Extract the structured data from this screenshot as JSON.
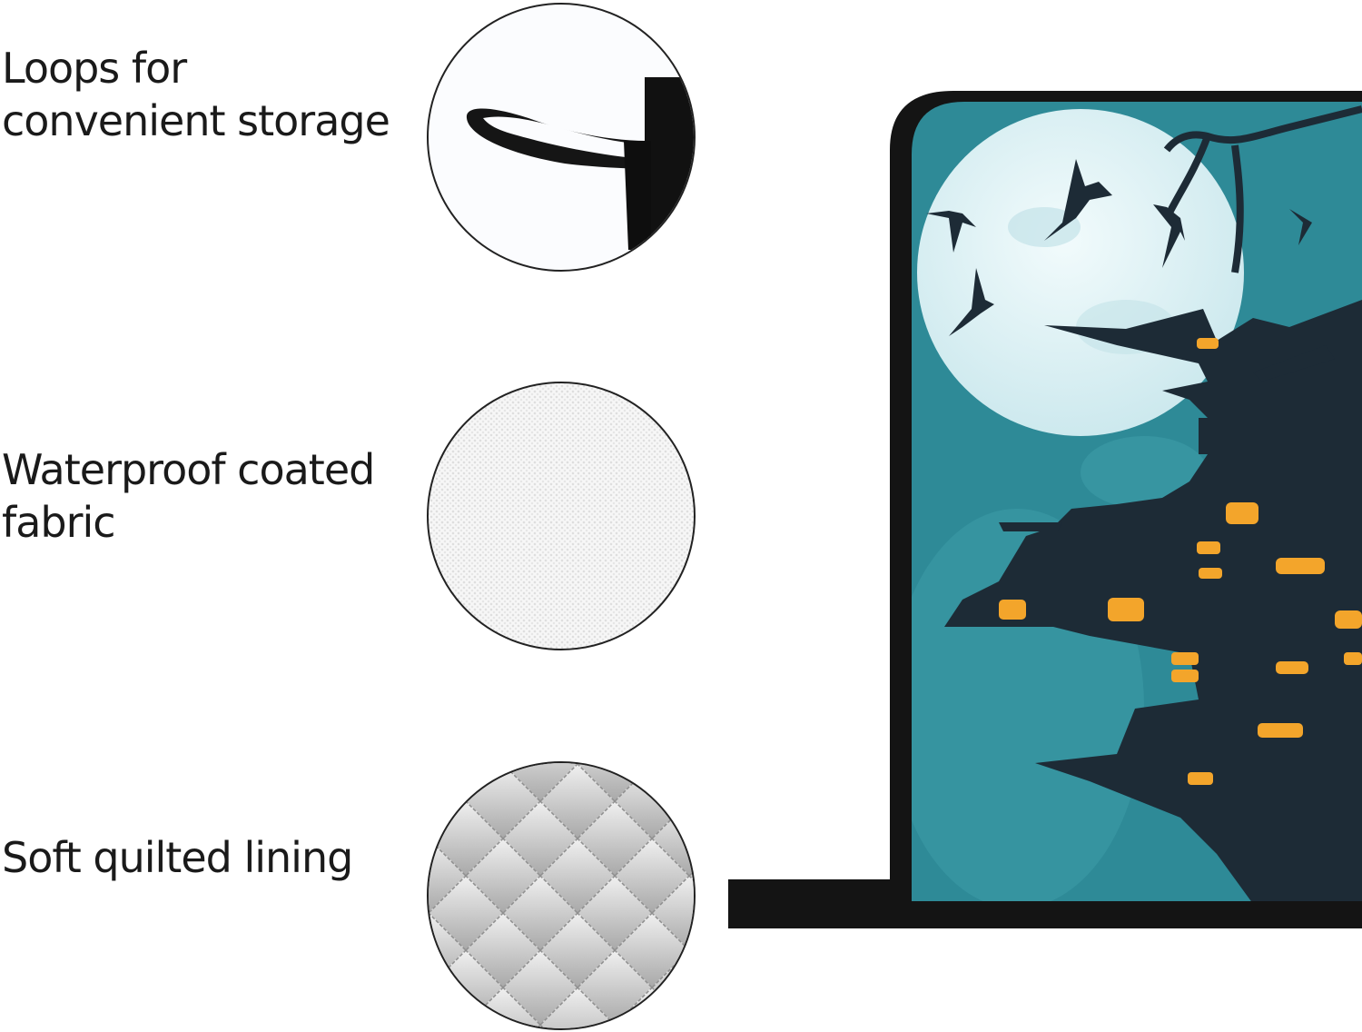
{
  "features": [
    {
      "label": "Loops for\nconvenient storage",
      "icon": "loop-strap"
    },
    {
      "label": "Waterproof coated\nfabric",
      "icon": "coated-fabric"
    },
    {
      "label": "Soft quilted lining",
      "icon": "quilted-lining"
    }
  ],
  "product": {
    "name": "pot-holder",
    "print": "haunted-castle-full-moon-bats",
    "colors": {
      "background": "#2e8a97",
      "moon": "#e7f4f6",
      "castle": "#1d2b36",
      "windows": "#f3a52b",
      "binding": "#141414"
    }
  }
}
